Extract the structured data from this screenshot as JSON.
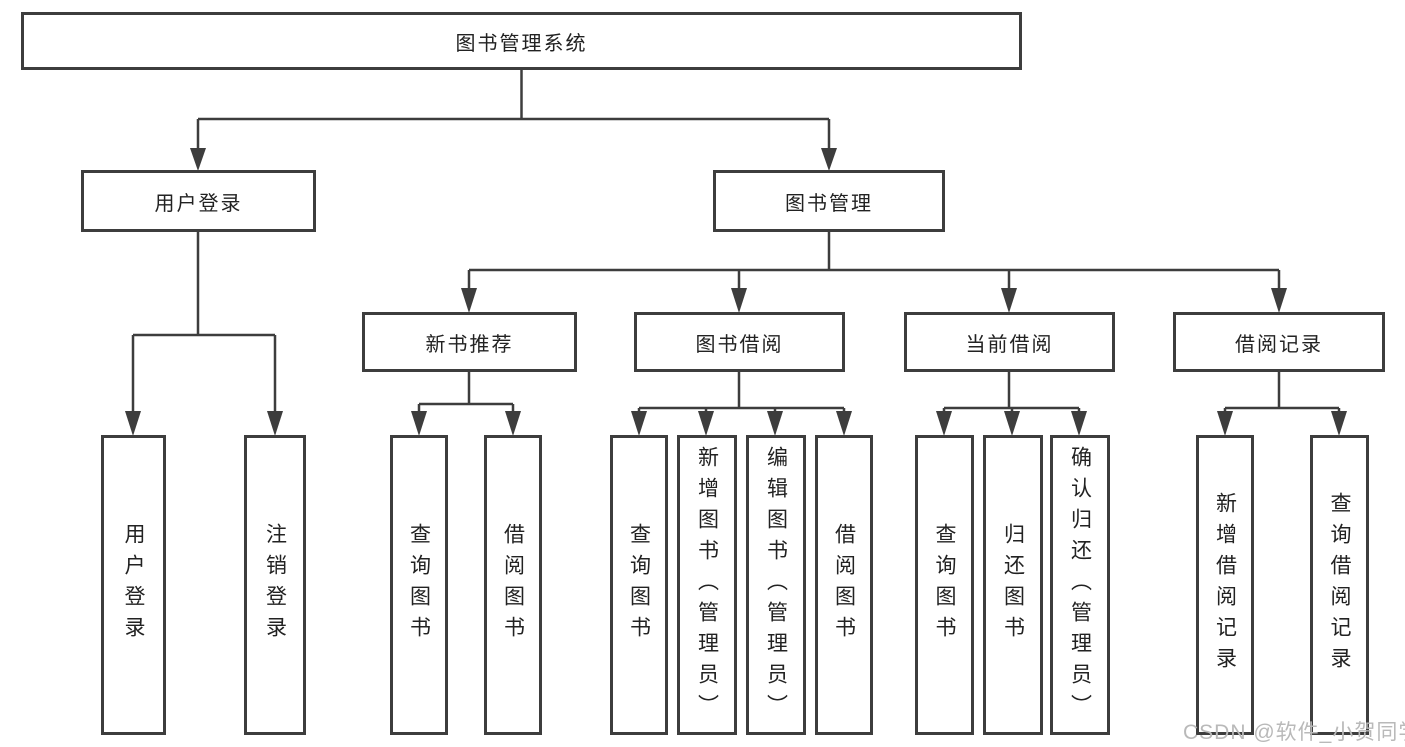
{
  "tree": {
    "root": {
      "label": "图书管理系统"
    },
    "branches": [
      {
        "label": "用户登录",
        "children": [
          {
            "label": "用户登录"
          },
          {
            "label": "注销登录"
          }
        ]
      },
      {
        "label": "图书管理",
        "sections": [
          {
            "label": "新书推荐",
            "children": [
              {
                "label": "查询图书"
              },
              {
                "label": "借阅图书"
              }
            ]
          },
          {
            "label": "图书借阅",
            "children": [
              {
                "label": "查询图书"
              },
              {
                "label": "新增图书（管理员）"
              },
              {
                "label": "编辑图书（管理员）"
              },
              {
                "label": "借阅图书"
              }
            ]
          },
          {
            "label": "当前借阅",
            "children": [
              {
                "label": "查询图书"
              },
              {
                "label": "归还图书"
              },
              {
                "label": "确认归还（管理员）"
              }
            ]
          },
          {
            "label": "借阅记录",
            "children": [
              {
                "label": "新增借阅记录"
              },
              {
                "label": "查询借阅记录"
              }
            ]
          }
        ]
      }
    ]
  },
  "watermark": "CSDN @软件_小贺同学",
  "colors": {
    "line": "#3d3d3d",
    "text": "#222222",
    "background": "#ffffff",
    "watermark": "#b9b9b9"
  }
}
